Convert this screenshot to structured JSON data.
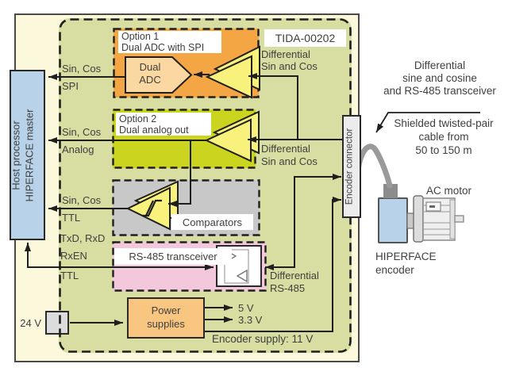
{
  "board": {
    "tida_label": "TIDA-00202",
    "host": {
      "line1": "Host processor",
      "line2": "HIPERFACE master"
    },
    "signals": [
      {
        "top": "Sin, Cos",
        "bottom": "SPI"
      },
      {
        "top": "Sin, Cos",
        "bottom": "Analog"
      },
      {
        "top": "Sin, Cos",
        "bottom": "TTL"
      }
    ],
    "uart": [
      "TxD, RxD",
      "RxEN",
      "TTL"
    ],
    "option1": {
      "title1": "Option 1",
      "title2": "Dual ADC with SPI",
      "adc1": "Dual",
      "adc2": "ADC"
    },
    "option2": {
      "title1": "Option 2",
      "title2": "Dual analog out"
    },
    "comparators_label": "Comparators",
    "rs485_label": "RS-485 transceiver",
    "power": {
      "line1": "Power",
      "line2": "supplies",
      "out5": "5 V",
      "out33": "3.3 V",
      "supply": "Encoder supply: 11 V",
      "input": "24 V"
    },
    "diff_top": {
      "line1": "Differential",
      "line2": "Sin and Cos"
    },
    "diff_mid": {
      "line1": "Differential",
      "line2": "Sin and Cos"
    },
    "diff_rs485": {
      "line1": "Differential",
      "line2": "RS-485"
    },
    "connector_label": "Encoder connector"
  },
  "external": {
    "note_signal": [
      "Differential",
      "sine and cosine",
      "and RS-485 transceiver"
    ],
    "note_cable": [
      "Shielded twisted-pair",
      "cable from",
      "50 to 150 m"
    ],
    "ac_motor": "AC motor",
    "encoder_name1": "HIPERFACE",
    "encoder_name2": "encoder"
  },
  "colors": {
    "outer_bg": "#FBF8DC",
    "board_bg": "#D8DEA1",
    "option1_orange": "#F4A544",
    "adc_fill": "#FBD8A2",
    "option2_lime": "#CBD41F",
    "amp_yellow": "#F8F27D",
    "comparator_gray": "#C8C8C8",
    "rs485_pink": "#F4C8DC",
    "power_orange": "#F8C681",
    "host_blue": "#B8D2E9",
    "encoder_blue": "#B8D2E9",
    "line": "#1F1F1F",
    "cable_gray": "#9A9A9A"
  }
}
